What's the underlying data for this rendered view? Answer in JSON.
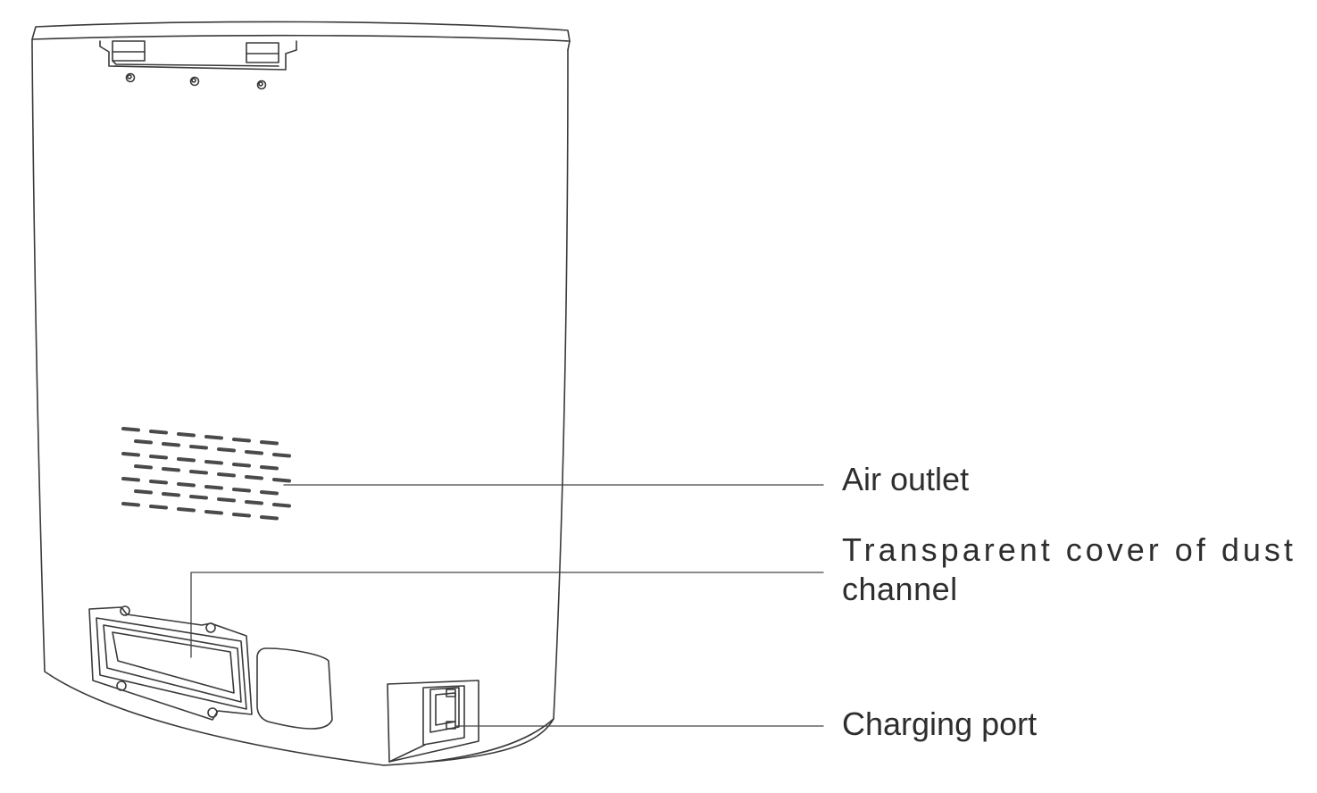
{
  "callouts": {
    "air_outlet": "Air outlet",
    "dust_channel_cover_line1": "Transparent cover of dust",
    "dust_channel_cover_line2": "channel",
    "charging_port": "Charging port"
  },
  "colors": {
    "line": "#3a3a3a",
    "text": "#2e2e2e",
    "background": "#ffffff"
  }
}
